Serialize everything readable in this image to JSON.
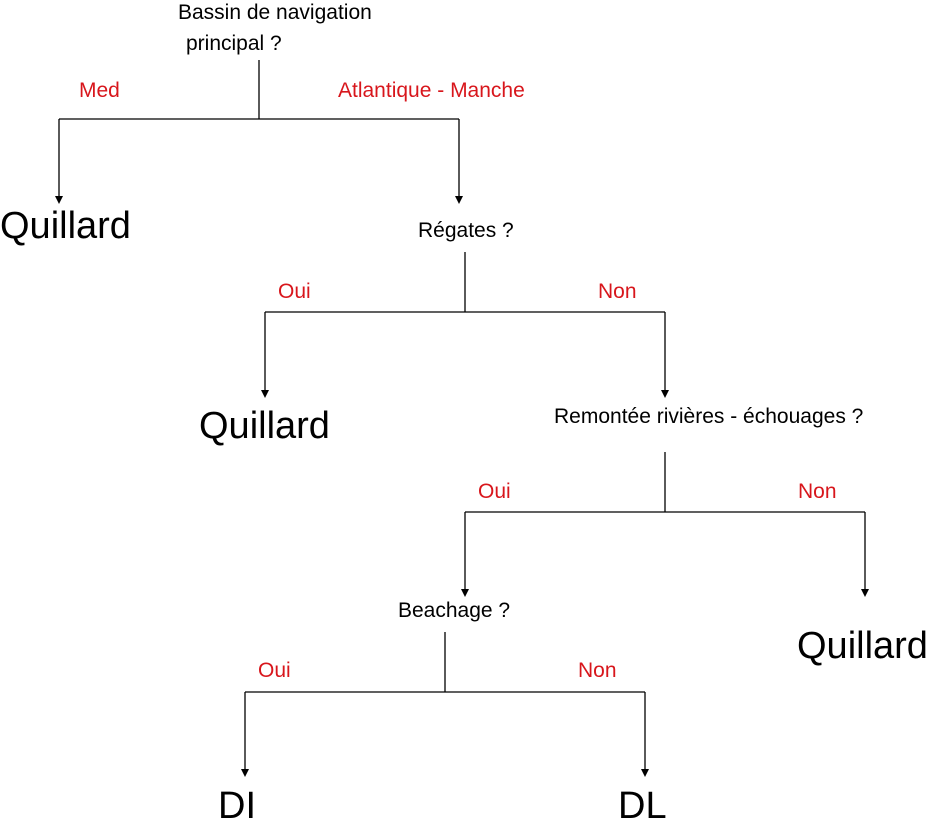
{
  "colors": {
    "line": "#000000",
    "question_text": "#000000",
    "edge_label": "#d8161c",
    "leaf_text": "#000000"
  },
  "nodes": {
    "root_question_line1": "Bassin de navigation",
    "root_question_line2": "principal ?",
    "q_regates": "Régates ?",
    "q_remontee": "Remontée rivières - échouages ?",
    "q_beachage": "Beachage ?"
  },
  "leaves": {
    "med": "Quillard",
    "regates_oui": "Quillard",
    "remontee_non": "Quillard",
    "beachage_oui": "DI",
    "beachage_non": "DL"
  },
  "edges": {
    "root_left": "Med",
    "root_right": "Atlantique - Manche",
    "regates_left": "Oui",
    "regates_right": "Non",
    "remontee_left": "Oui",
    "remontee_right": "Non",
    "beachage_left": "Oui",
    "beachage_right": "Non"
  }
}
